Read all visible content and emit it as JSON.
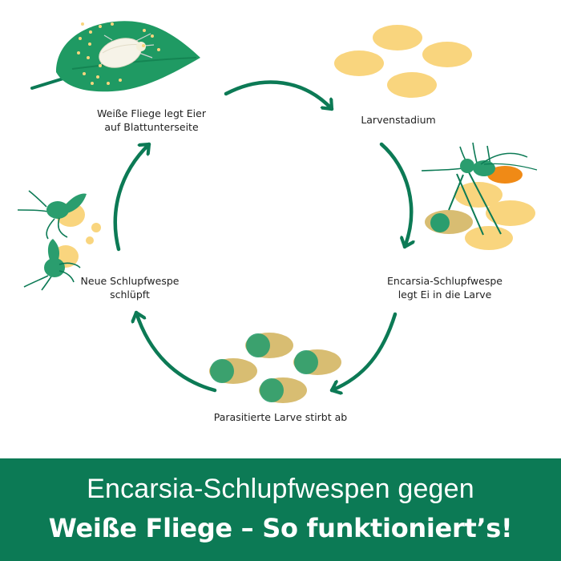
{
  "colors": {
    "green": "#0c7a55",
    "leaf_green": "#1f9a63",
    "egg_yellow": "#f9d57e",
    "parasitized_tan": "#d8bd72",
    "wasp_green": "#2a9d6e",
    "wasp_abdomen_orange": "#f08a16",
    "arrow_green": "#0c7a55",
    "banner_text": "#ffffff"
  },
  "stages": [
    {
      "id": "eggs",
      "icon": "leaf-with-whitefly-icon",
      "label_line1": "Weiße Fliege legt Eier",
      "label_line2": "auf Blattunterseite"
    },
    {
      "id": "larvae",
      "icon": "larvae-icon",
      "label_line1": "Larvenstadium",
      "label_line2": ""
    },
    {
      "id": "oviposition",
      "icon": "wasp-laying-egg-icon",
      "label_line1": "Encarsia-Schlupfwespe",
      "label_line2": "legt Ei in die Larve"
    },
    {
      "id": "parasitized",
      "icon": "parasitized-larvae-icon",
      "label_line1": "Parasitierte Larve stirbt ab",
      "label_line2": ""
    },
    {
      "id": "hatching",
      "icon": "hatching-wasps-icon",
      "label_line1": "Neue Schlupfwespe",
      "label_line2": "schlüpft"
    }
  ],
  "cycle_arrows": [
    "eggs-to-larvae",
    "larvae-to-oviposition",
    "oviposition-to-parasitized",
    "parasitized-to-hatching",
    "hatching-to-eggs"
  ],
  "banner": {
    "line1": "Encarsia-Schlupfwespen gegen",
    "line2": "Weiße Fliege – So funktioniert’s!"
  }
}
